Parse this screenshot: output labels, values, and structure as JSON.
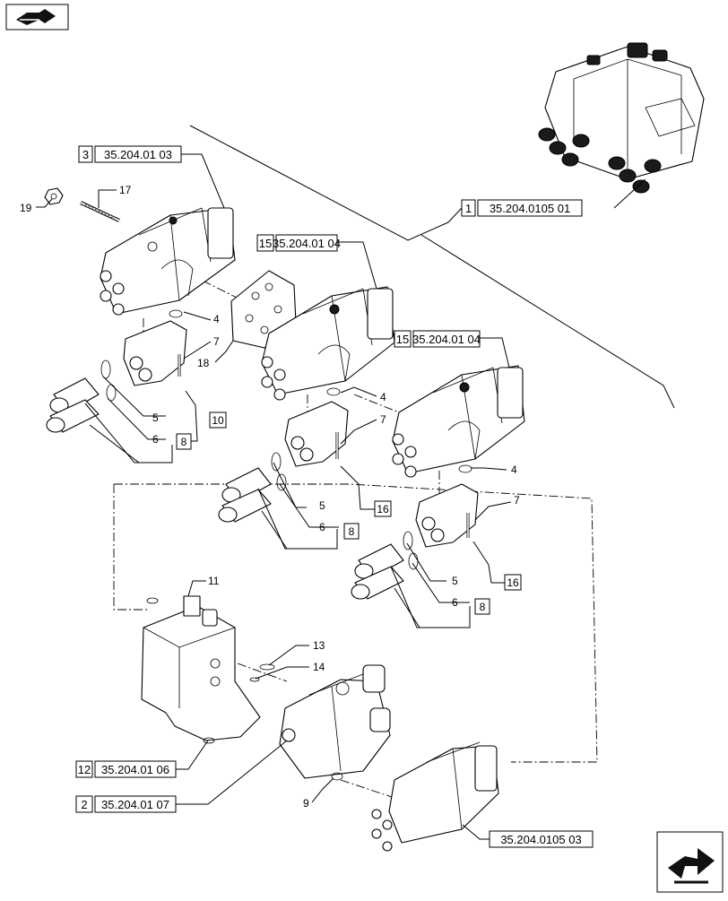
{
  "diagram": {
    "refs": {
      "r3": {
        "num": "3",
        "code": "35.204.01 03"
      },
      "r1": {
        "num": "1",
        "code": "35.204.0105 01"
      },
      "r15a": {
        "num": "15",
        "code": "35.204.01 04"
      },
      "r15b": {
        "num": "15",
        "code": "35.204.01 04"
      },
      "r12": {
        "num": "12",
        "code": "35.204.01 06"
      },
      "r2": {
        "num": "2",
        "code": "35.204.01 07"
      },
      "r0503": {
        "code": "35.204.0105 03"
      }
    },
    "callouts": {
      "c19": "19",
      "c17": "17",
      "c4a": "4",
      "c7a": "7",
      "c18": "18",
      "c5a": "5",
      "c6a": "6",
      "c8a": "8",
      "c10": "10",
      "c4b": "4",
      "c7b": "7",
      "c5b": "5",
      "c6b": "6",
      "c8b": "8",
      "c16a": "16",
      "c4c": "4",
      "c7c": "7",
      "c5c": "5",
      "c6c": "6",
      "c8c": "8",
      "c16b": "16",
      "c11": "11",
      "c13": "13",
      "c14": "14",
      "c9": "9"
    }
  }
}
